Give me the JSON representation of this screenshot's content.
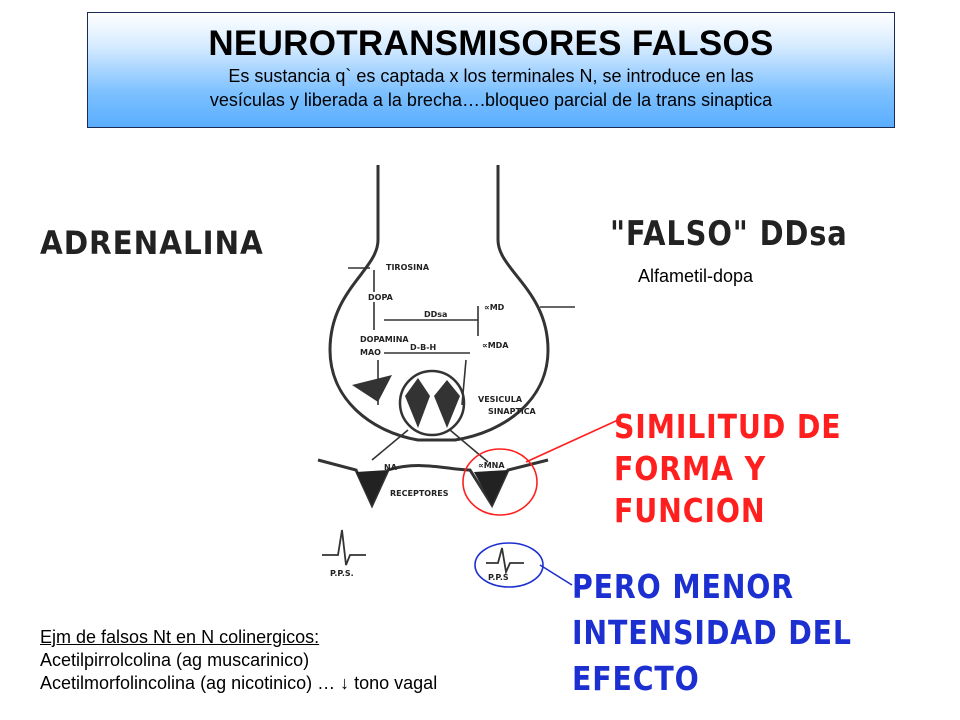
{
  "title": {
    "main": "NEUROTRANSMISORES FALSOS",
    "subtitle_line1": "Es sustancia q` es captada x los terminales N, se introduce en las",
    "subtitle_line2": "vesículas y liberada a la brecha….bloqueo parcial de la trans sinaptica"
  },
  "left_label": "ADRENALINA",
  "right_label": "\"FALSO\" DDsa",
  "right_sublabel": "Alfametil-dopa",
  "red_note": {
    "line1": "SIMILITUD DE FORMA Y",
    "line2": "FUNCION"
  },
  "blue_note": {
    "line1": "PERO MENOR",
    "line2": "INTENSIDAD DEL",
    "line3": "EFECTO"
  },
  "examples": {
    "heading": "Ejm de falsos Nt en N colinergicos:",
    "line1": "Acetilpirrolcolina (ag muscarinico)",
    "line2": "Acetilmorfolincolina (ag nicotinico) … ↓ tono vagal"
  },
  "diagram_labels": {
    "tirosina": "TIROSINA",
    "dopa": "DOPA",
    "ddsa": "DDsa",
    "amd": "∝MD",
    "dopamina": "DOPAMINA",
    "mao": "MAO",
    "dbh": "D-B-H",
    "amda": "∝MDA",
    "vesicula": "VESICULA",
    "sinaptica": "SINAPTiCA",
    "na": "NA",
    "amna": "∝MNA",
    "receptores": "RECEPTORES",
    "pps_left": "P.P.S.",
    "pps_right": "P.P.S"
  },
  "colors": {
    "red": "#ff1f1f",
    "blue": "#1c2fd0",
    "title_grad_bottom": "#5aaeff"
  }
}
